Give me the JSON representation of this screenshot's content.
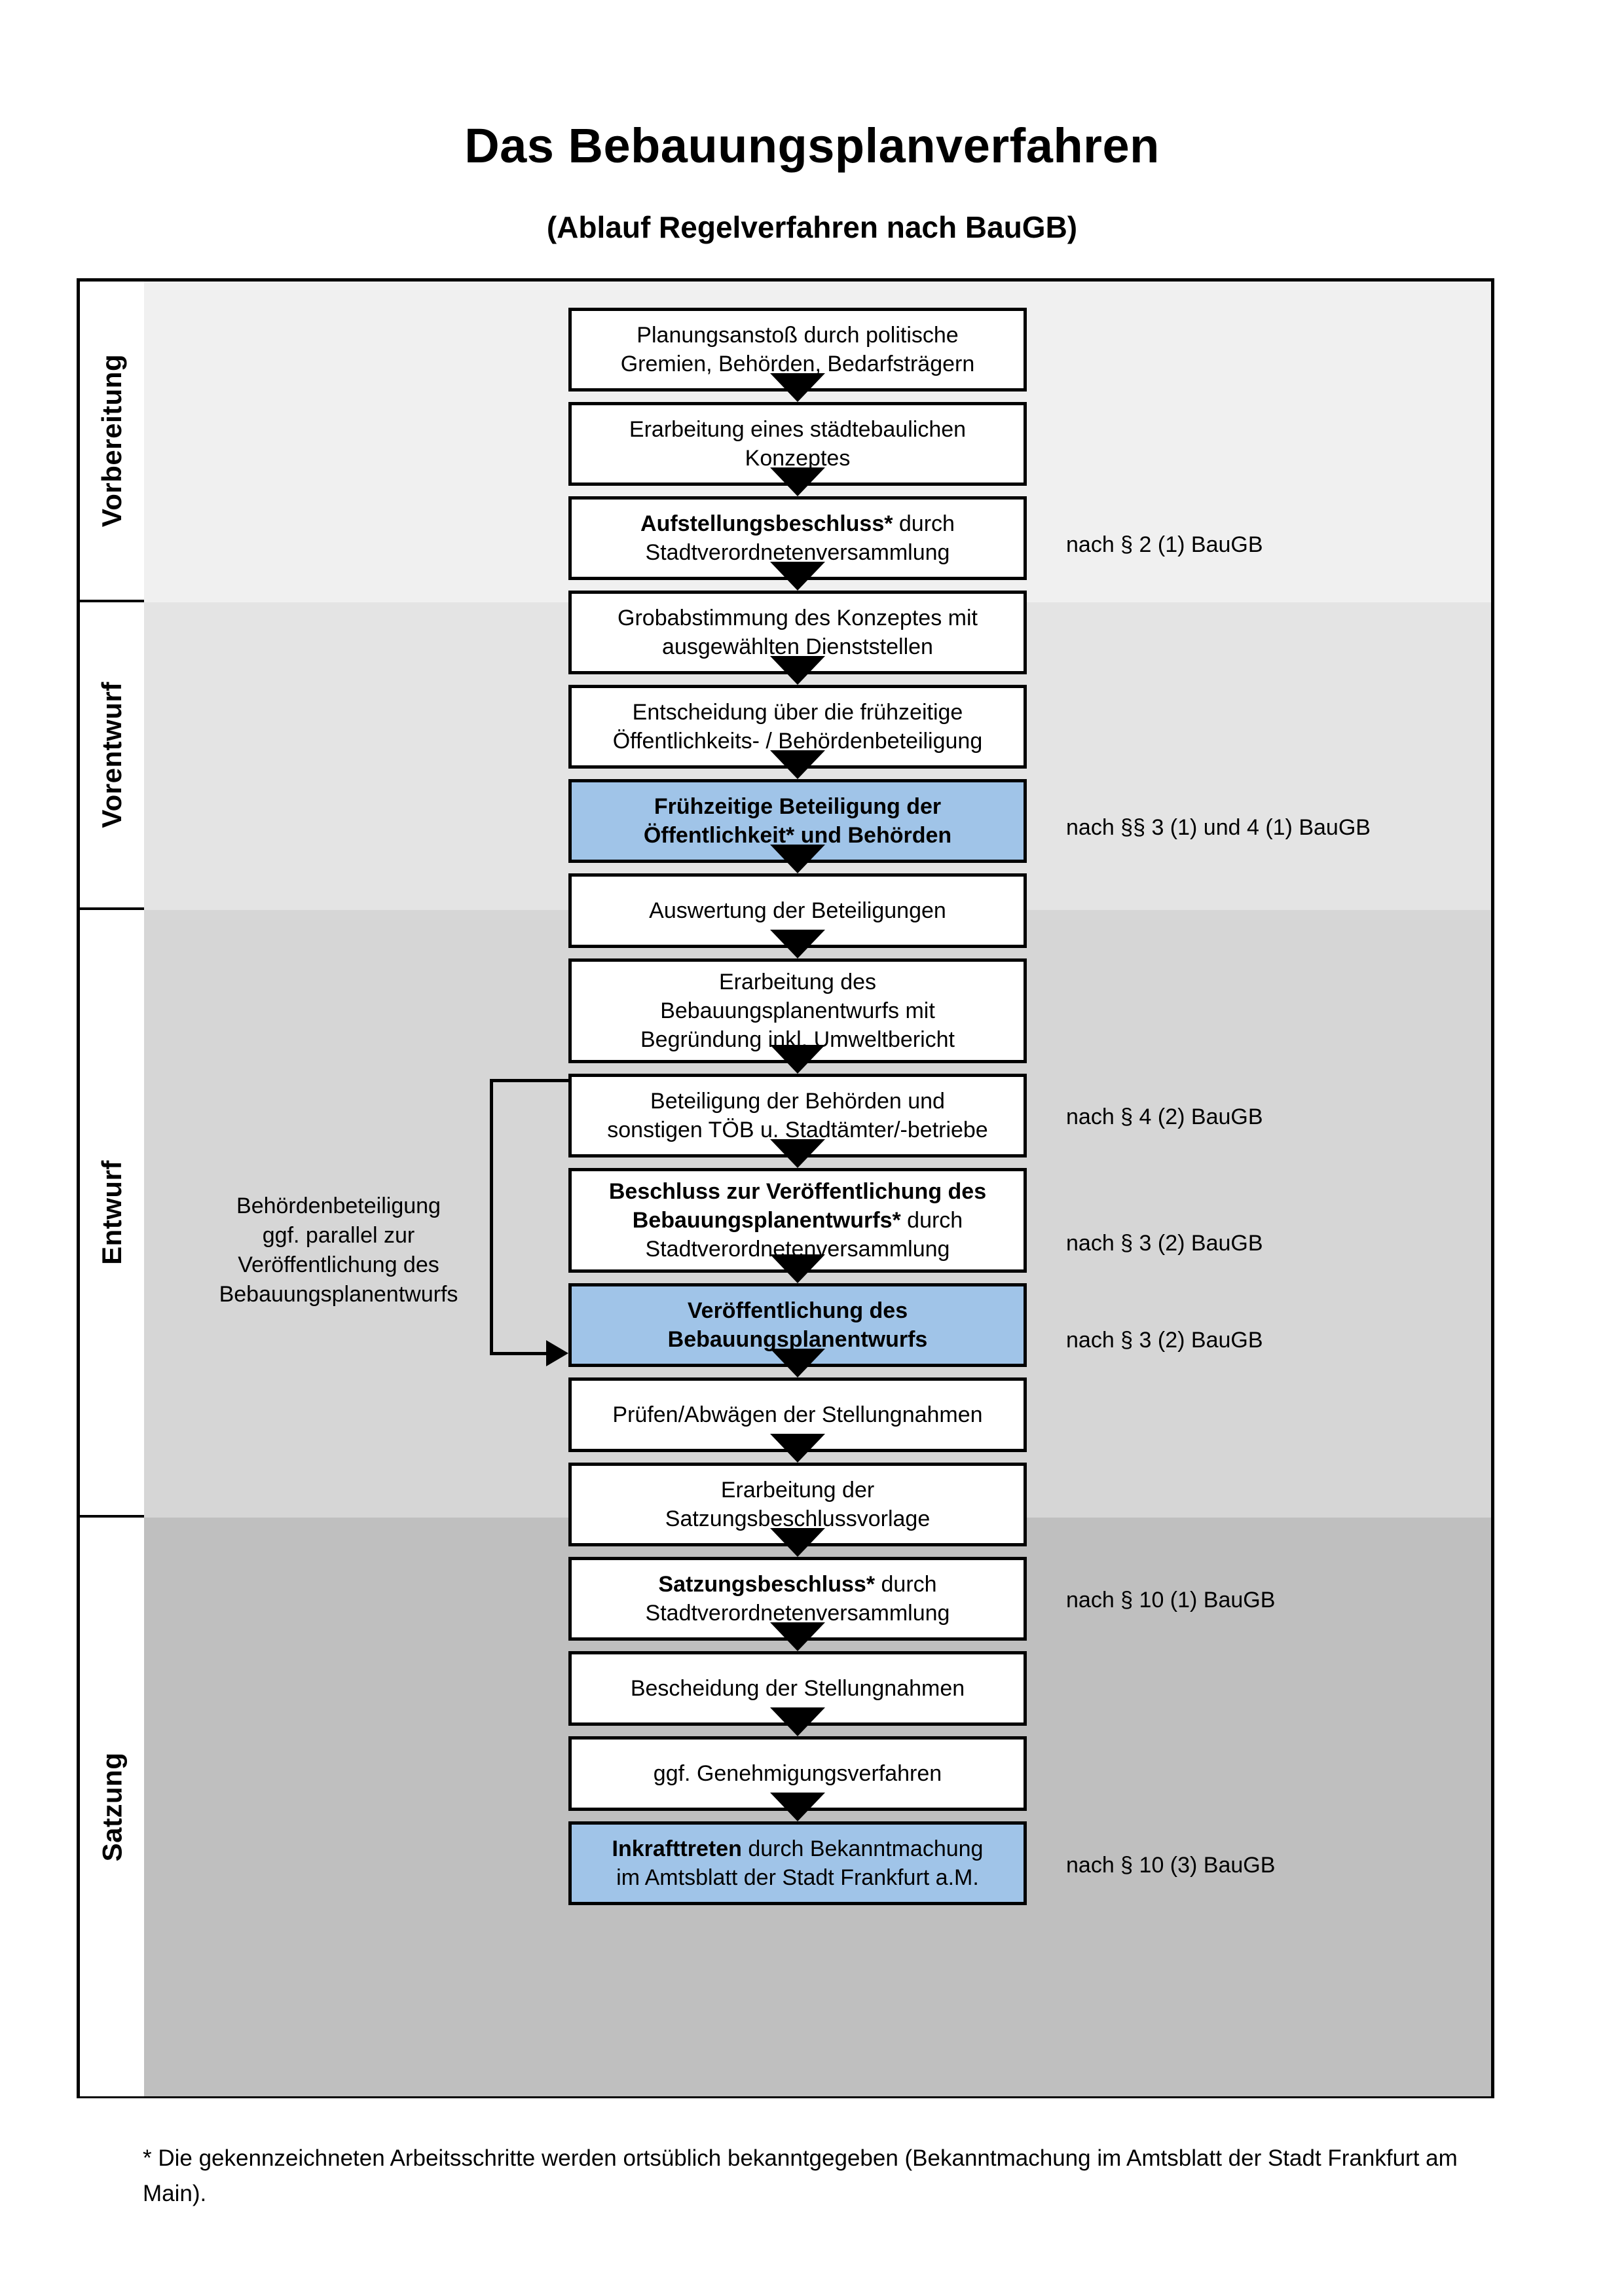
{
  "document": {
    "title": "Das Bebauungsplanverfahren",
    "subtitle": "(Ablauf Regelverfahren nach BauGB)",
    "footnote": "* Die gekennzeichneten Arbeitsschritte werden ortsüblich bekanntgegeben (Bekanntmachung im Amtsblatt  der Stadt Frankfurt am Main)."
  },
  "colors": {
    "band_vorbereitung": "#f0f0f0",
    "band_vorentwurf": "#e4e4e4",
    "band_entwurf": "#d6d6d6",
    "band_satzung": "#bfbfbf",
    "highlight_blue": "#a0c4e8",
    "line": "#000000",
    "box_fill": "#ffffff"
  },
  "phases": [
    {
      "label": "Vorbereitung"
    },
    {
      "label": "Vorentwurf"
    },
    {
      "label": "Entwurf"
    },
    {
      "label": "Satzung"
    }
  ],
  "steps": [
    {
      "id": "step-1",
      "phase": "Vorbereitung",
      "bold_prefix": "",
      "text_lines": [
        "Planungsanstoß durch politische",
        "Gremien, Behörden, Bedarfsträgern"
      ],
      "highlight": false
    },
    {
      "id": "step-2",
      "phase": "Vorbereitung",
      "bold_prefix": "",
      "text_lines": [
        "Erarbeitung eines städtebaulichen",
        "Konzeptes"
      ],
      "highlight": false
    },
    {
      "id": "step-3",
      "phase": "Vorbereitung",
      "bold_prefix": "Aufstellungsbeschluss*",
      "text_lines": [
        " durch",
        "Stadtverordnetenversammlung"
      ],
      "highlight": false
    },
    {
      "id": "step-4",
      "phase": "Vorentwurf",
      "bold_prefix": "",
      "text_lines": [
        "Grobabstimmung des Konzeptes mit",
        "ausgewählten Dienststellen"
      ],
      "highlight": false
    },
    {
      "id": "step-5",
      "phase": "Vorentwurf",
      "bold_prefix": "",
      "text_lines": [
        "Entscheidung über die frühzeitige",
        "Öffentlichkeits- / Behördenbeteiligung"
      ],
      "highlight": false
    },
    {
      "id": "step-6",
      "phase": "Vorentwurf",
      "bold_prefix": "Frühzeitige Beteiligung der Öffentlichkeit* und Behörden",
      "text_lines": [],
      "highlight": true
    },
    {
      "id": "step-7",
      "phase": "Entwurf",
      "bold_prefix": "",
      "text_lines": [
        "Auswertung der Beteiligungen"
      ],
      "highlight": false
    },
    {
      "id": "step-8",
      "phase": "Entwurf",
      "bold_prefix": "",
      "text_lines": [
        "Erarbeitung des",
        "Bebauungsplanentwurfs mit",
        "Begründung inkl. Umweltbericht"
      ],
      "highlight": false
    },
    {
      "id": "step-9",
      "phase": "Entwurf",
      "bold_prefix": "",
      "text_lines": [
        "Beteiligung der Behörden und",
        "sonstigen TÖB u. Stadtämter/-betriebe"
      ],
      "highlight": false
    },
    {
      "id": "step-10",
      "phase": "Entwurf",
      "bold_prefix": "Beschluss zur Veröffentlichung des Bebauungsplanentwurfs*",
      "text_lines": [
        " durch",
        "Stadtverordnetenversammlung"
      ],
      "highlight": false
    },
    {
      "id": "step-11",
      "phase": "Entwurf",
      "bold_prefix": "Veröffentlichung des Bebauungsplanentwurfs",
      "text_lines": [],
      "highlight": true
    },
    {
      "id": "step-12",
      "phase": "Satzung",
      "bold_prefix": "",
      "text_lines": [
        "Prüfen/Abwägen der Stellungnahmen"
      ],
      "highlight": false
    },
    {
      "id": "step-13",
      "phase": "Satzung",
      "bold_prefix": "",
      "text_lines": [
        "Erarbeitung der",
        "Satzungsbeschlussvorlage"
      ],
      "highlight": false
    },
    {
      "id": "step-14",
      "phase": "Satzung",
      "bold_prefix": "Satzungsbeschluss*",
      "text_lines": [
        " durch",
        "Stadtverordnetenversammlung"
      ],
      "highlight": false
    },
    {
      "id": "step-15",
      "phase": "Satzung",
      "bold_prefix": "",
      "text_lines": [
        "Bescheidung der Stellungnahmen"
      ],
      "highlight": false
    },
    {
      "id": "step-16",
      "phase": "Satzung",
      "bold_prefix": "",
      "text_lines": [
        "ggf. Genehmigungsverfahren"
      ],
      "highlight": false
    },
    {
      "id": "step-17",
      "phase": "Satzung",
      "bold_prefix": "Inkrafttreten",
      "text_lines": [
        " durch Bekanntmachung",
        "im Amtsblatt der Stadt Frankfurt a.M."
      ],
      "highlight": true
    }
  ],
  "step_text": {
    "s1l1": "Planungsanstoß durch politische",
    "s1l2": "Gremien, Behörden, Bedarfsträgern",
    "s2l1": "Erarbeitung eines städtebaulichen",
    "s2l2": "Konzeptes",
    "s3b": "Aufstellungsbeschluss*",
    "s3r": " durch",
    "s3l2": "Stadtverordnetenversammlung",
    "s4l1": "Grobabstimmung des Konzeptes mit",
    "s4l2": "ausgewählten Dienststellen",
    "s5l1": "Entscheidung über die frühzeitige",
    "s5l2": "Öffentlichkeits- / Behördenbeteiligung",
    "s6l1": "Frühzeitige Beteiligung der",
    "s6l2": "Öffentlichkeit* und Behörden",
    "s7l1": "Auswertung der Beteiligungen",
    "s8l1": "Erarbeitung des",
    "s8l2": "Bebauungsplanentwurfs mit",
    "s8l3": "Begründung inkl. Umweltbericht",
    "s9l1": "Beteiligung der Behörden und",
    "s9l2": "sonstigen TÖB u. Stadtämter/-betriebe",
    "s10b1": "Beschluss zur Veröffentlichung des",
    "s10b2": "Bebauungsplanentwurfs*",
    "s10r": " durch",
    "s10l3": "Stadtverordnetenversammlung",
    "s11l1": "Veröffentlichung des",
    "s11l2": "Bebauungsplanentwurfs",
    "s12l1": "Prüfen/Abwägen der Stellungnahmen",
    "s13l1": "Erarbeitung der",
    "s13l2": "Satzungsbeschlussvorlage",
    "s14b": "Satzungsbeschluss*",
    "s14r": " durch",
    "s14l2": "Stadtverordnetenversammlung",
    "s15l1": "Bescheidung der Stellungnahmen",
    "s16l1": "ggf. Genehmigungsverfahren",
    "s17b": "Inkrafttreten",
    "s17r": " durch Bekanntmachung",
    "s17l2": "im Amtsblatt der Stadt Frankfurt a.M."
  },
  "law_references": [
    {
      "id": "law-1",
      "text": "nach § 2 (1) BauGB",
      "for_step": "step-3"
    },
    {
      "id": "law-2",
      "text": "nach §§ 3 (1) und 4 (1) BauGB",
      "for_step": "step-6"
    },
    {
      "id": "law-3",
      "text": "nach § 4 (2) BauGB",
      "for_step": "step-9"
    },
    {
      "id": "law-4",
      "text": "nach § 3 (2) BauGB",
      "for_step": "step-10"
    },
    {
      "id": "law-5",
      "text": "nach § 3 (2) BauGB",
      "for_step": "step-11"
    },
    {
      "id": "law-6",
      "text": "nach § 10 (1) BauGB",
      "for_step": "step-14"
    },
    {
      "id": "law-7",
      "text": "nach § 10 (3) BauGB",
      "for_step": "step-17"
    }
  ],
  "side_note": {
    "lines": [
      "Behördenbeteiligung",
      "ggf. parallel zur",
      "Veröffentlichung des",
      "Bebauungsplanentwurfs"
    ]
  }
}
